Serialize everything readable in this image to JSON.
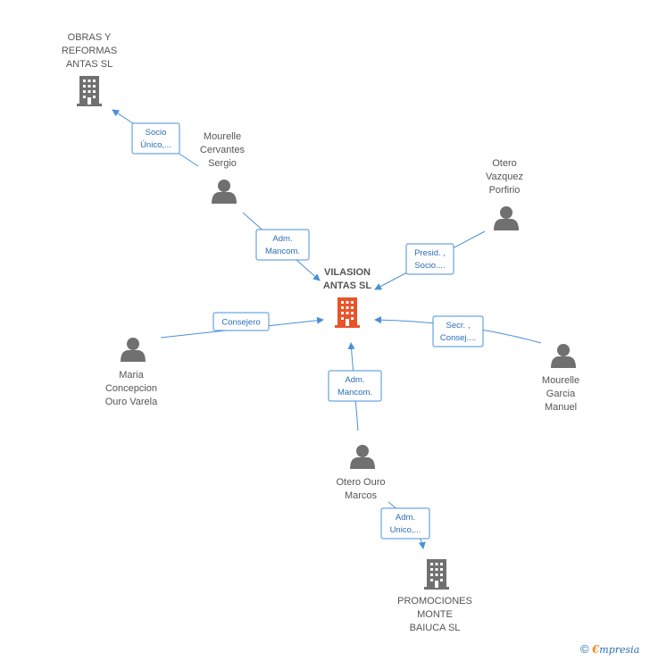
{
  "nodes": {
    "obras": {
      "lines": [
        "OBRAS Y",
        "REFORMAS",
        "ANTAS SL"
      ],
      "icon": "building-icon",
      "color": "#707070"
    },
    "vilasion": {
      "lines": [
        "VILASION",
        "ANTAS  SL"
      ],
      "icon": "building-icon",
      "color": "#e8542a"
    },
    "promociones": {
      "lines": [
        "PROMOCIONES",
        "MONTE",
        "BAIUCA  SL"
      ],
      "icon": "building-icon",
      "color": "#707070"
    },
    "mourelle_cervantes": {
      "lines": [
        "Mourelle",
        "Cervantes",
        "Sergio"
      ],
      "icon": "person-icon",
      "color": "#707070"
    },
    "otero_vazquez": {
      "lines": [
        "Otero",
        "Vazquez",
        "Porfirio"
      ],
      "icon": "person-icon",
      "color": "#707070"
    },
    "maria": {
      "lines": [
        "Maria",
        "Concepcion",
        "Ouro Varela"
      ],
      "icon": "person-icon",
      "color": "#707070"
    },
    "mourelle_garcia": {
      "lines": [
        "Mourelle",
        "Garcia",
        "Manuel"
      ],
      "icon": "person-icon",
      "color": "#707070"
    },
    "otero_ouro": {
      "lines": [
        "Otero Ouro",
        "Marcos"
      ],
      "icon": "person-icon",
      "color": "#707070"
    }
  },
  "edges": {
    "socio_unico": {
      "lines": [
        "Socio",
        "Único,..."
      ]
    },
    "adm_mancom_1": {
      "lines": [
        "Adm.",
        "Mancom."
      ]
    },
    "presid_socio": {
      "lines": [
        "Presid. ,",
        "Socio...."
      ]
    },
    "consejero": {
      "lines": [
        "Consejero"
      ]
    },
    "secr_consej": {
      "lines": [
        "Secr. ,",
        "Consej...."
      ]
    },
    "adm_mancom_2": {
      "lines": [
        "Adm.",
        "Mancom."
      ]
    },
    "adm_unico": {
      "lines": [
        "Adm.",
        "Unico,..."
      ]
    }
  },
  "footer": {
    "copyright": "©",
    "brand_initial": "€",
    "brand_rest": "mpresia"
  },
  "colors": {
    "edge": "#4a90d9",
    "focus": "#e8542a",
    "node": "#707070"
  }
}
